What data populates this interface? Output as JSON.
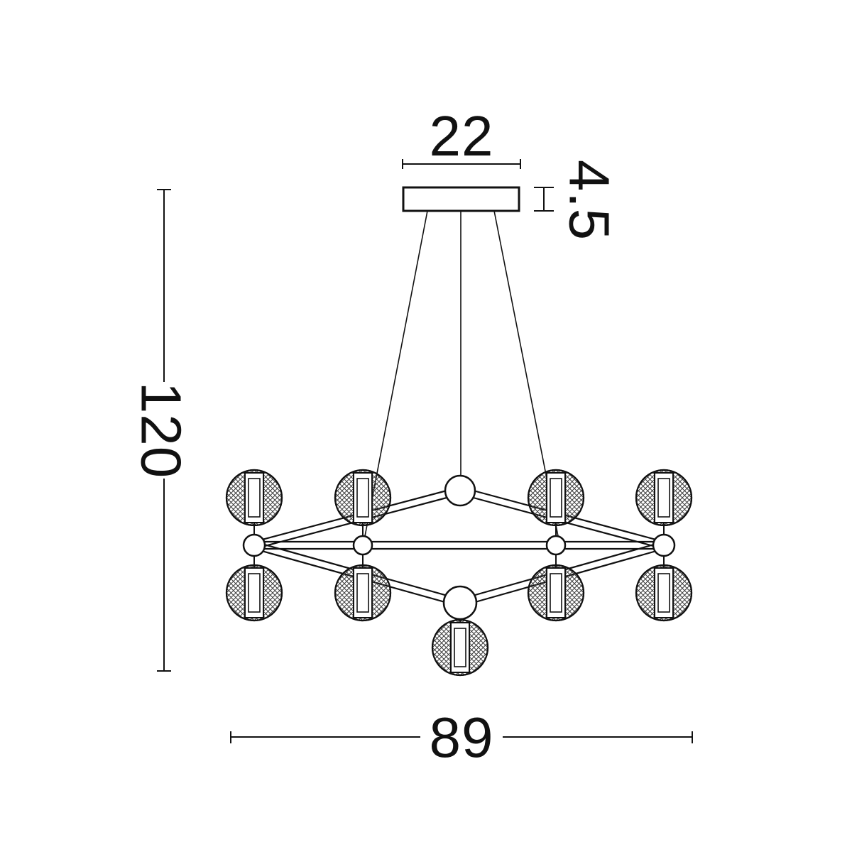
{
  "drawing": {
    "type": "dimension-diagram",
    "subject": "chandelier-pendant-light",
    "labels": {
      "canopy_width": "22",
      "canopy_height": "4.5",
      "overall_height": "120",
      "overall_width": "89"
    },
    "colors": {
      "line": "#111111",
      "background": "#ffffff"
    }
  }
}
